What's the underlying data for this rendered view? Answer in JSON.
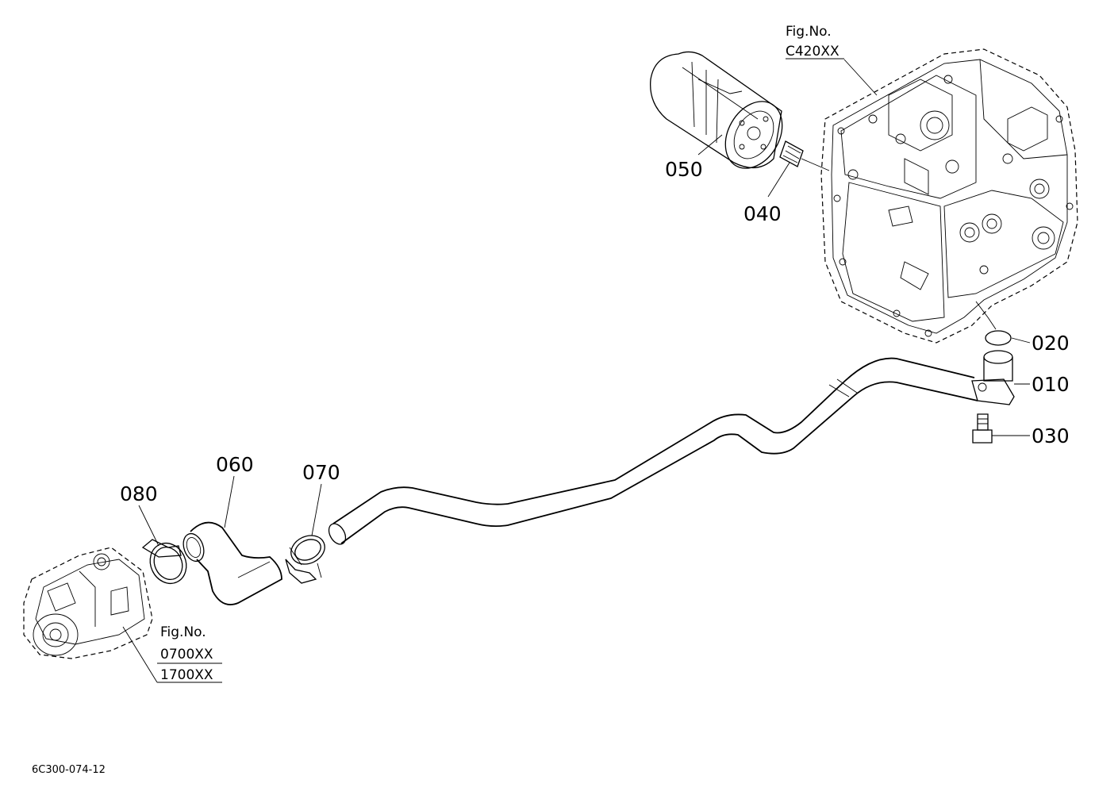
{
  "parts": [
    {
      "id": "p010",
      "label": "010",
      "name": "pipe-flange"
    },
    {
      "id": "p020",
      "label": "020",
      "name": "o-ring"
    },
    {
      "id": "p030",
      "label": "030",
      "name": "bolt"
    },
    {
      "id": "p040",
      "label": "040",
      "name": "nipple"
    },
    {
      "id": "p050",
      "label": "050",
      "name": "oil-filter"
    },
    {
      "id": "p060",
      "label": "060",
      "name": "hose"
    },
    {
      "id": "p070",
      "label": "070",
      "name": "hose-clamp"
    },
    {
      "id": "p080",
      "label": "080",
      "name": "hose-clamp"
    }
  ],
  "figure_refs": {
    "transmission": {
      "line1": "Fig.No.",
      "line2": "C420XX"
    },
    "pump": {
      "line1": "Fig.No.",
      "line2": "0700XX",
      "line3": "1700XX"
    }
  },
  "drawing_code": "6C300-074-12"
}
